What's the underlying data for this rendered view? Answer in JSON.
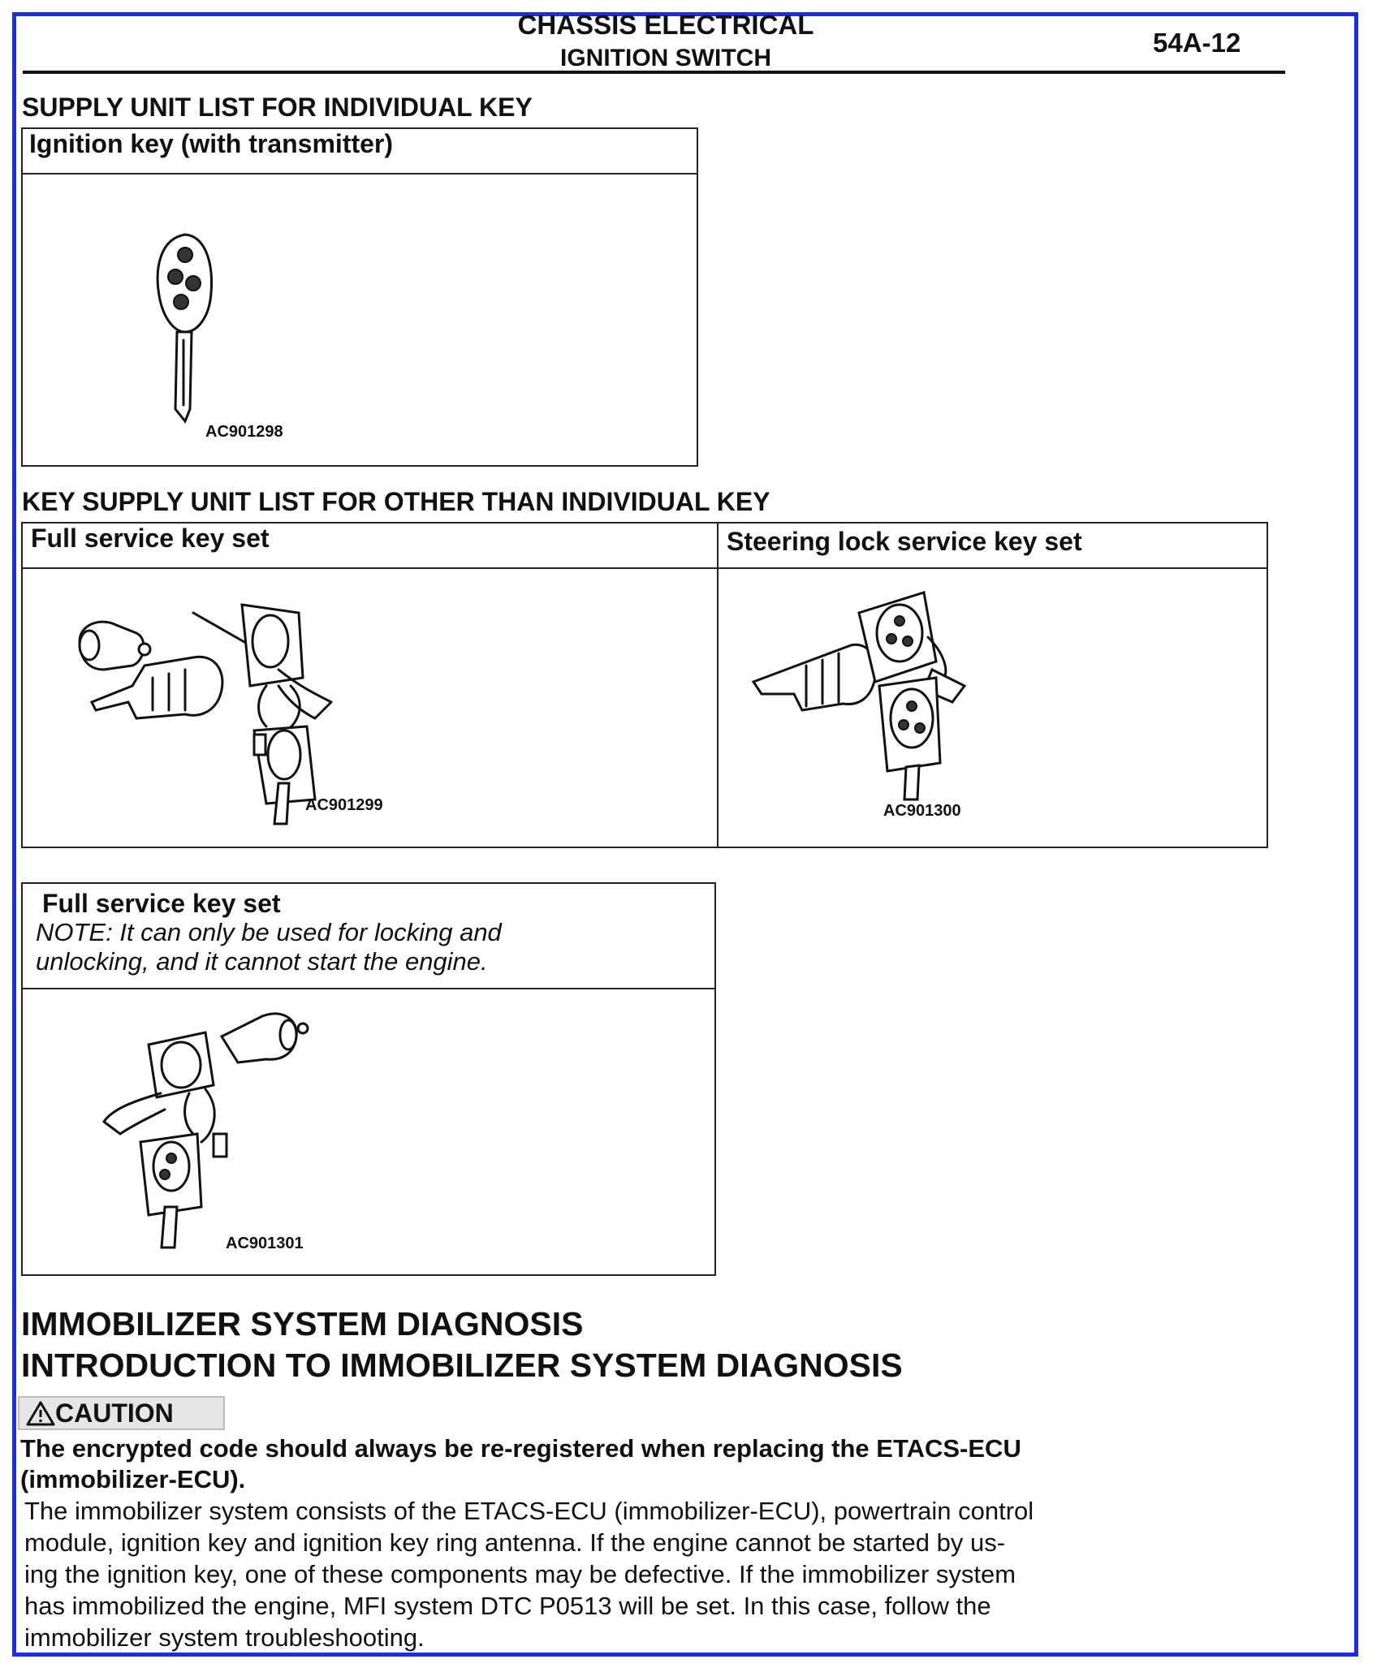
{
  "header": {
    "section": "CHASSIS ELECTRICAL",
    "subsection": "IGNITION SWITCH",
    "page": "54A-12"
  },
  "individual": {
    "heading": "SUPPLY UNIT LIST FOR INDIVIDUAL KEY",
    "box_label": "Ignition key (with transmitter)",
    "part_code": "AC901298"
  },
  "other": {
    "heading": "KEY SUPPLY UNIT LIST FOR OTHER THAN INDIVIDUAL KEY",
    "full_label": "Full service key set",
    "full_code": "AC901299",
    "steering_label": "Steering lock service key set",
    "steering_code": "AC901300"
  },
  "lock_only": {
    "label": "Full service key set",
    "note_line1": "NOTE: It can only be used for locking and",
    "note_line2": "unlocking, and it cannot start the engine.",
    "part_code": "AC901301"
  },
  "diagnosis": {
    "heading": "IMMOBILIZER SYSTEM DIAGNOSIS",
    "subheading": "INTRODUCTION TO IMMOBILIZER SYSTEM DIAGNOSIS",
    "caution_label": "CAUTION",
    "caution_line1": "The encrypted code should always be re-registered when replacing the ETACS-ECU",
    "caution_line2": "(immobilizer-ECU).",
    "body_lines": [
      "The immobilizer system consists of the ETACS-ECU (immobilizer-ECU), powertrain control",
      "module, ignition key and ignition key ring antenna. If the engine cannot be started by us-",
      "ing the ignition key, one of these components may be defective. If the immobilizer system",
      "has immobilized the engine, MFI system DTC P0513 will be set. In this case, follow the",
      "immobilizer system troubleshooting."
    ]
  },
  "icons": {
    "warning": "warning-triangle-icon"
  }
}
